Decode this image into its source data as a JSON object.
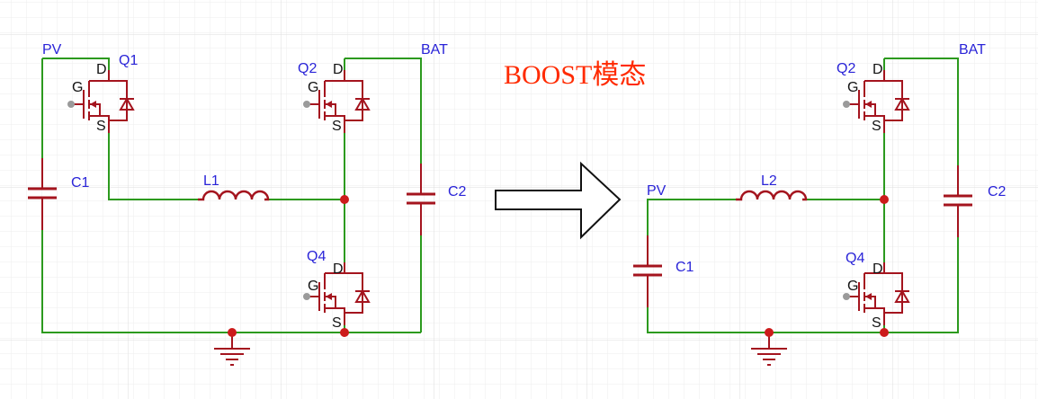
{
  "title": {
    "text": "BOOST模态",
    "color": "#ff2a00"
  },
  "colors": {
    "wire": "#2c9a1e",
    "component": "#a4141e",
    "junction": "#cc1b1b",
    "label": "#2a24d8",
    "grid_minor": "#eeeeee",
    "grid_major": "#d9d9d9"
  },
  "left_circuit": {
    "net_pv": "PV",
    "net_bat": "BAT",
    "q1": {
      "name": "Q1",
      "d": "D",
      "g": "G",
      "s": "S"
    },
    "q2": {
      "name": "Q2",
      "d": "D",
      "g": "G",
      "s": "S"
    },
    "q4": {
      "name": "Q4",
      "d": "D",
      "g": "G",
      "s": "S"
    },
    "c1": "C1",
    "c2": "C2",
    "l1": "L1"
  },
  "right_circuit": {
    "net_pv": "PV",
    "net_bat": "BAT",
    "q2": {
      "name": "Q2",
      "d": "D",
      "g": "G",
      "s": "S"
    },
    "q4": {
      "name": "Q4",
      "d": "D",
      "g": "G",
      "s": "S"
    },
    "c1": "C1",
    "c2": "C2",
    "l2": "L2"
  },
  "arrow": {
    "direction": "right"
  }
}
